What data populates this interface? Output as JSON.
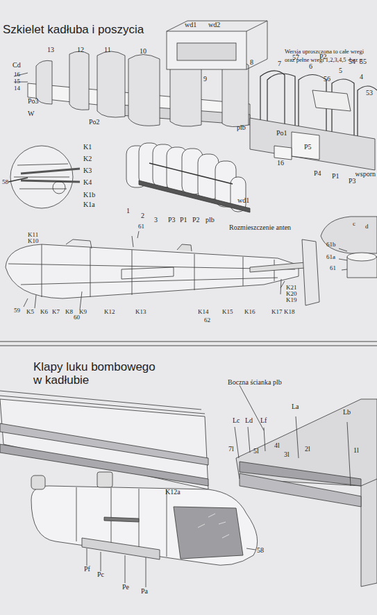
{
  "diagram": {
    "title": "Szkielet kadłuba i poszycia",
    "labels": [
      "Wersja uproszczona to całe wregi",
      "oraz pełne wregi 1,2,3,4,5 -bez p",
      "wd1",
      "wd2",
      "13",
      "12",
      "11",
      "10",
      "8",
      "7",
      "57",
      "6",
      "P2",
      "5",
      "54",
      "55",
      "4",
      "56",
      "53",
      "Cd",
      "16",
      "15",
      "14",
      "Po3",
      "W",
      "Po2",
      "9",
      "plb",
      "Po1",
      "P5",
      "16",
      "P4",
      "P1",
      "P3",
      "wsporn",
      "58",
      "K1",
      "K2",
      "K3",
      "K4",
      "K1b",
      "K1a",
      "1",
      "2",
      "3",
      "P3",
      "P1",
      "P2",
      "plb",
      "wd1",
      "61",
      "Rozmieszczenie anten",
      "c",
      "d",
      "61b",
      "61a",
      "61",
      "K11",
      "K10",
      "K5",
      "K6",
      "K7",
      "K8",
      "K9",
      "59",
      "60",
      "K12",
      "K13",
      "K14",
      "62",
      "K15",
      "K16",
      "K17",
      "K18",
      "K19",
      "K20",
      "K21",
      "Klapy luku bombowego w kadłubie",
      "Boczna ścianka plb",
      "La",
      "Lb",
      "Lc",
      "Ld",
      "Lf",
      "7l",
      "5l",
      "4l",
      "3l",
      "2l",
      "1l",
      "K12a",
      "Pf",
      "Pc",
      "Pe",
      "Pa",
      "58"
    ]
  }
}
